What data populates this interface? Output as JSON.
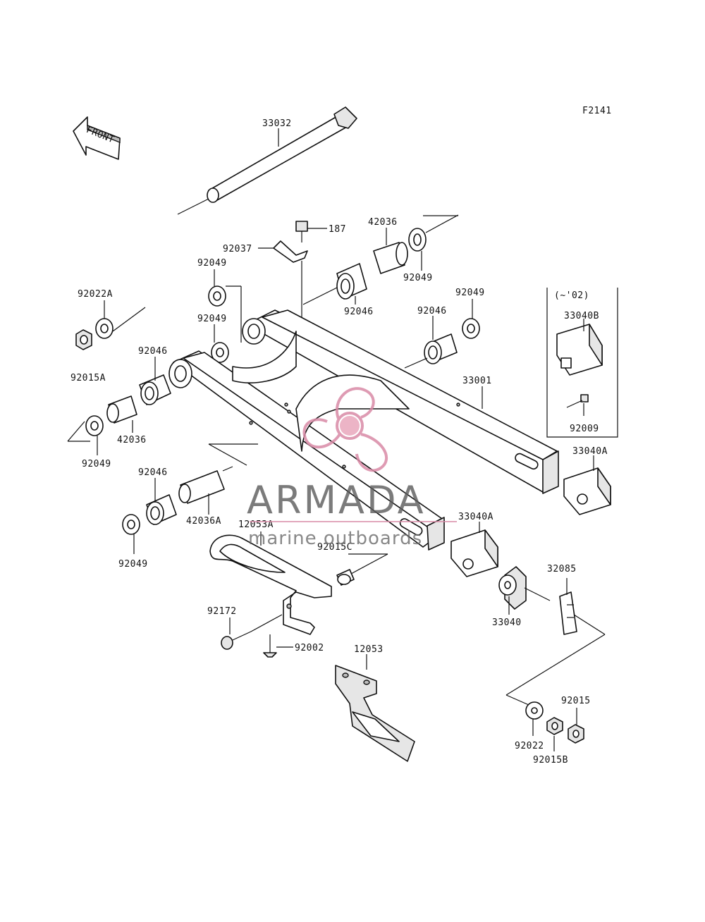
{
  "diagram": {
    "figure_code": "F2141",
    "front_label": "FRONT",
    "variant_note": "(~'02)",
    "callouts": {
      "c33032": "33032",
      "c187": "187",
      "c42036_top": "42036",
      "c92037": "92037",
      "c92049_top": "92049",
      "c92049_topright": "92049",
      "c92049_right": "92049",
      "c92049_mid": "92049",
      "c92049_left": "92049",
      "c92049_bottom": "92049",
      "c92022A": "92022A",
      "c92046_top": "92046",
      "c92046_right": "92046",
      "c92046_left": "92046",
      "c92046_bottom": "92046",
      "c92015A": "92015A",
      "c42036_left": "42036",
      "c42036A": "42036A",
      "c33001": "33001",
      "c33040B": "33040B",
      "c92009": "92009",
      "c33040A_right": "33040A",
      "c33040A_mid": "33040A",
      "c12053A": "12053A",
      "c92015C": "92015C",
      "c32085": "32085",
      "c33040": "33040",
      "c92172": "92172",
      "c92002": "92002",
      "c12053": "12053",
      "c92015": "92015",
      "c92022": "92022",
      "c92015B": "92015B"
    }
  },
  "watermark": {
    "brand": "ARMADA",
    "tagline": "marine outboards",
    "color": "#d98aa6"
  }
}
